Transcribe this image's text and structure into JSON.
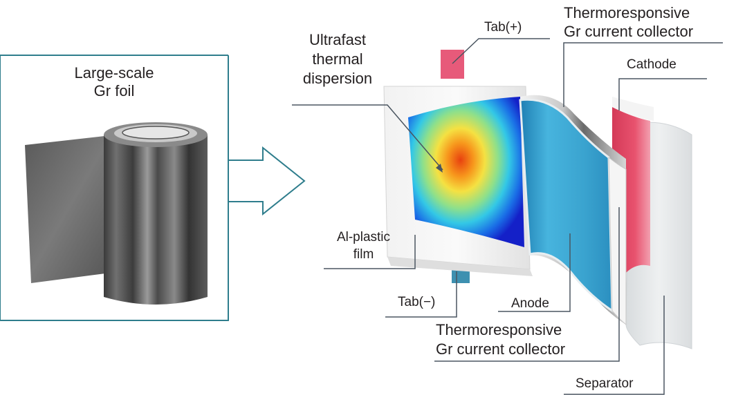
{
  "left_panel": {
    "title_line1": "Large-scale",
    "title_line2": "Gr foil"
  },
  "labels": {
    "tab_plus": "Tab(+)",
    "tab_minus": "Tab(−)",
    "top_collector_line1": "Thermoresponsive",
    "top_collector_line2": "Gr current collector",
    "cathode": "Cathode",
    "dispersion_line1": "Ultrafast",
    "dispersion_line2": "thermal",
    "dispersion_line3": "dispersion",
    "al_film_line1": "Al-plastic",
    "al_film_line2": "film",
    "anode": "Anode",
    "bottom_collector_line1": "Thermoresponsive",
    "bottom_collector_line2": "Gr current collector",
    "separator": "Separator"
  },
  "colors": {
    "frame": "#2e7d8c",
    "leader": "#4a5560",
    "anode": "#3aa3cf",
    "cathode": "#e03c5a",
    "tab_plus": "#e75a7a",
    "tab_minus": "#3d90b0",
    "heat_core": "#f04a12",
    "heat_edge": "#1a30d6"
  }
}
